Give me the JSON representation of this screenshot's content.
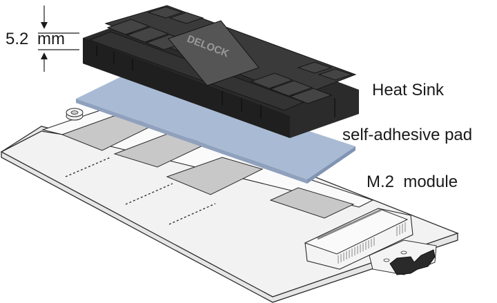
{
  "diagram": {
    "labels": {
      "heat_sink": "Heat Sink",
      "pad": "self-adhesive pad",
      "module": "M.2  module"
    },
    "dimension": {
      "value": "5.2",
      "unit": "mm"
    },
    "brand_logo": "DELOCK",
    "colors": {
      "heatsink": "#2b2b2b",
      "heatsink_top": "#3a3a3a",
      "pad": "#a9bbd4",
      "pad_edge": "#8194b3",
      "board": "#f2f2f2",
      "chip": "#c8c8c8",
      "outline": "#2a2a2a"
    }
  }
}
